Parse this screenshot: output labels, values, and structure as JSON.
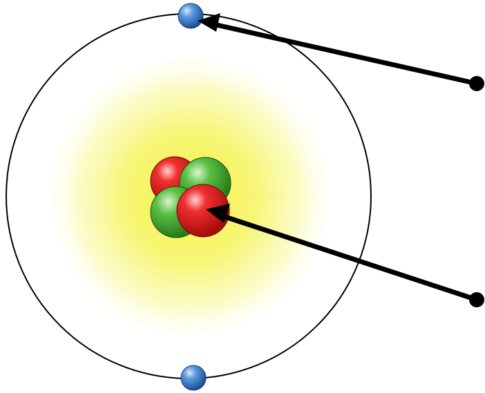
{
  "colors": {
    "background": "#ffffff",
    "orbit": "#000000",
    "electron_cloud": "#f7f570",
    "electron": "#2f6fb8",
    "proton": "#e01818",
    "neutron": "#3a9a2a",
    "pointer": "#000000"
  },
  "particles": {
    "electron_count": 2,
    "proton_count": 2,
    "neutron_count": 2
  },
  "icons": {
    "electron": "blue-sphere-icon",
    "proton": "red-sphere-icon",
    "neutron": "green-sphere-icon",
    "pointer": "arrow-icon"
  }
}
